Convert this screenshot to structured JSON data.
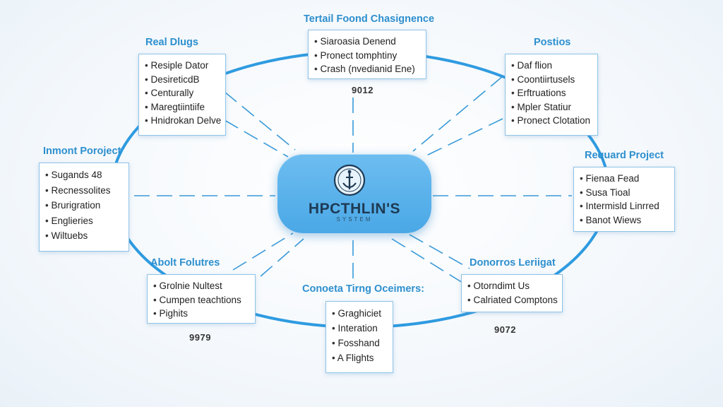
{
  "hub": {
    "name": "HPCTHLIN'S",
    "subtitle": "SYSTEM",
    "logo_icon": "anchor-emblem-icon"
  },
  "nodes": [
    {
      "id": "top",
      "title": "Tertail Foond Chasignence",
      "items": [
        "Siaroasia Denend",
        "Pronect tomphtiny",
        "Crash (nvedianid Ene)"
      ],
      "number": "9012"
    },
    {
      "id": "top-left",
      "title": "Real Dlugs",
      "items": [
        "Resiple Dator",
        "DesireticdB",
        "Centurally",
        "Maregtiintiife",
        "Hnidrokan Delve"
      ],
      "number": ""
    },
    {
      "id": "top-right",
      "title": "Postios",
      "items": [
        "Daf flion",
        "Coontiirtusels",
        "Erftruations",
        "Mpler Statiur",
        "Pronect Clotation"
      ],
      "number": ""
    },
    {
      "id": "left",
      "title": "Inmont Poroject",
      "items": [
        "Sugands 48",
        "Recnessolites",
        "Brurigration",
        "Englieries",
        "Wiltuebs"
      ],
      "number": ""
    },
    {
      "id": "right",
      "title": "Requard Project",
      "items": [
        "Fienaa Fead",
        "Susa Tioal",
        "Intermisld Linrred",
        "Banot Wiews"
      ],
      "number": ""
    },
    {
      "id": "bottom-left",
      "title": "Abolt Folutres",
      "items": [
        "Grolnie Nultest",
        "Cumpen teachtions",
        "Pighits"
      ],
      "number": "9979"
    },
    {
      "id": "bottom",
      "title": "Conoeta Tirng Oceimers:",
      "items": [
        "Graghiciet",
        "Interation",
        "Fosshand",
        "A Flights"
      ],
      "number": ""
    },
    {
      "id": "bottom-right",
      "title": "Donorros Leriigat",
      "items": [
        "Otorndimt Us",
        "Calriated Comptons"
      ],
      "number": "9072"
    }
  ],
  "colors": {
    "accent": "#2d8fce",
    "ring": "#2f9be0",
    "hub": "#4aa8e6",
    "box_border": "#8fc3e6"
  }
}
